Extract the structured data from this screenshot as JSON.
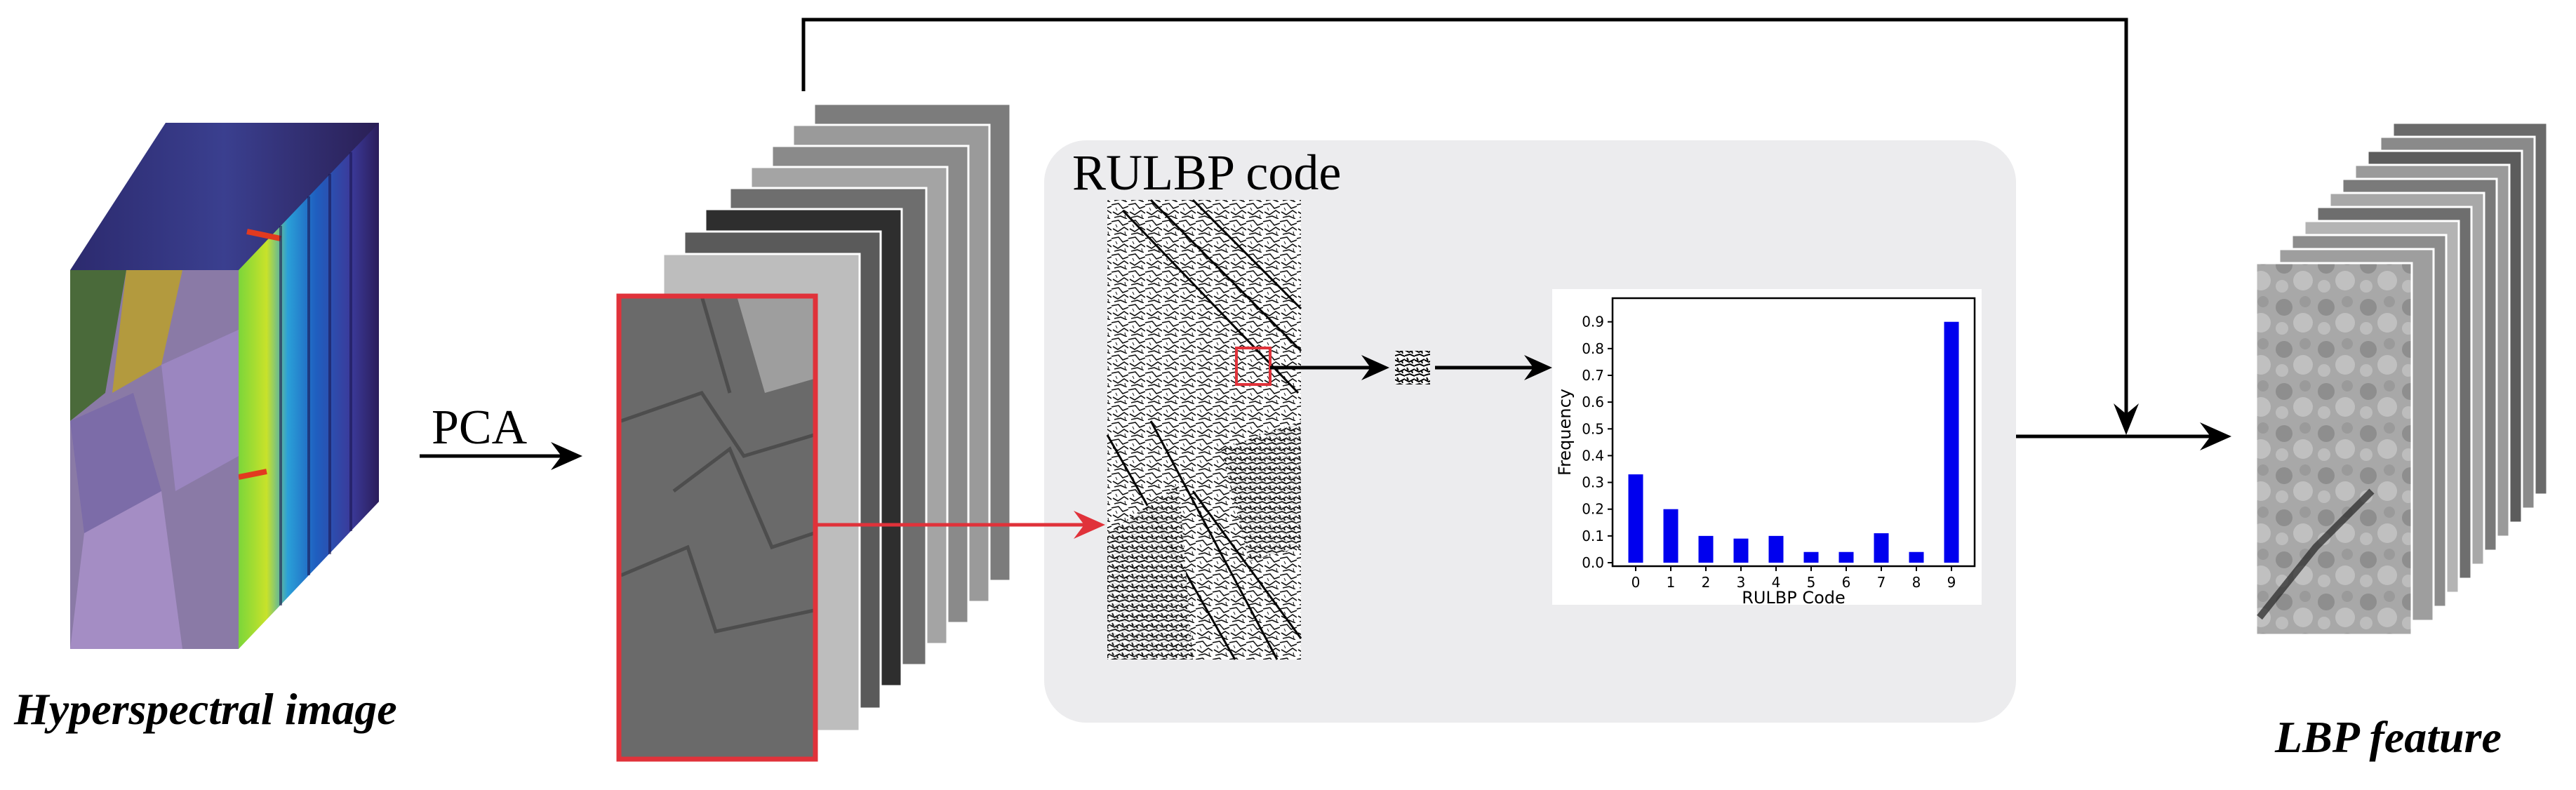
{
  "labels": {
    "hyperspectral": "Hyperspectral image",
    "pca": "PCA",
    "rulbp_code": "RULBP code",
    "lbp_feature": "LBP feature"
  },
  "colors": {
    "panel_bg": "#ececee",
    "highlight_red": "#e0323a",
    "bar_blue": "#0000ee",
    "arrow": "#000000"
  },
  "chart_data": {
    "type": "bar",
    "categories": [
      "0",
      "1",
      "2",
      "3",
      "4",
      "5",
      "6",
      "7",
      "8",
      "9"
    ],
    "values": [
      0.33,
      0.2,
      0.1,
      0.09,
      0.1,
      0.04,
      0.04,
      0.11,
      0.04,
      0.9
    ],
    "xlabel": "RULBP Code",
    "ylabel": "Frequency",
    "ylim": [
      0,
      0.97
    ],
    "yticks": [
      "0.0",
      "0.1",
      "0.2",
      "0.3",
      "0.4",
      "0.5",
      "0.6",
      "0.7",
      "0.8",
      "0.9"
    ],
    "grid": false
  }
}
